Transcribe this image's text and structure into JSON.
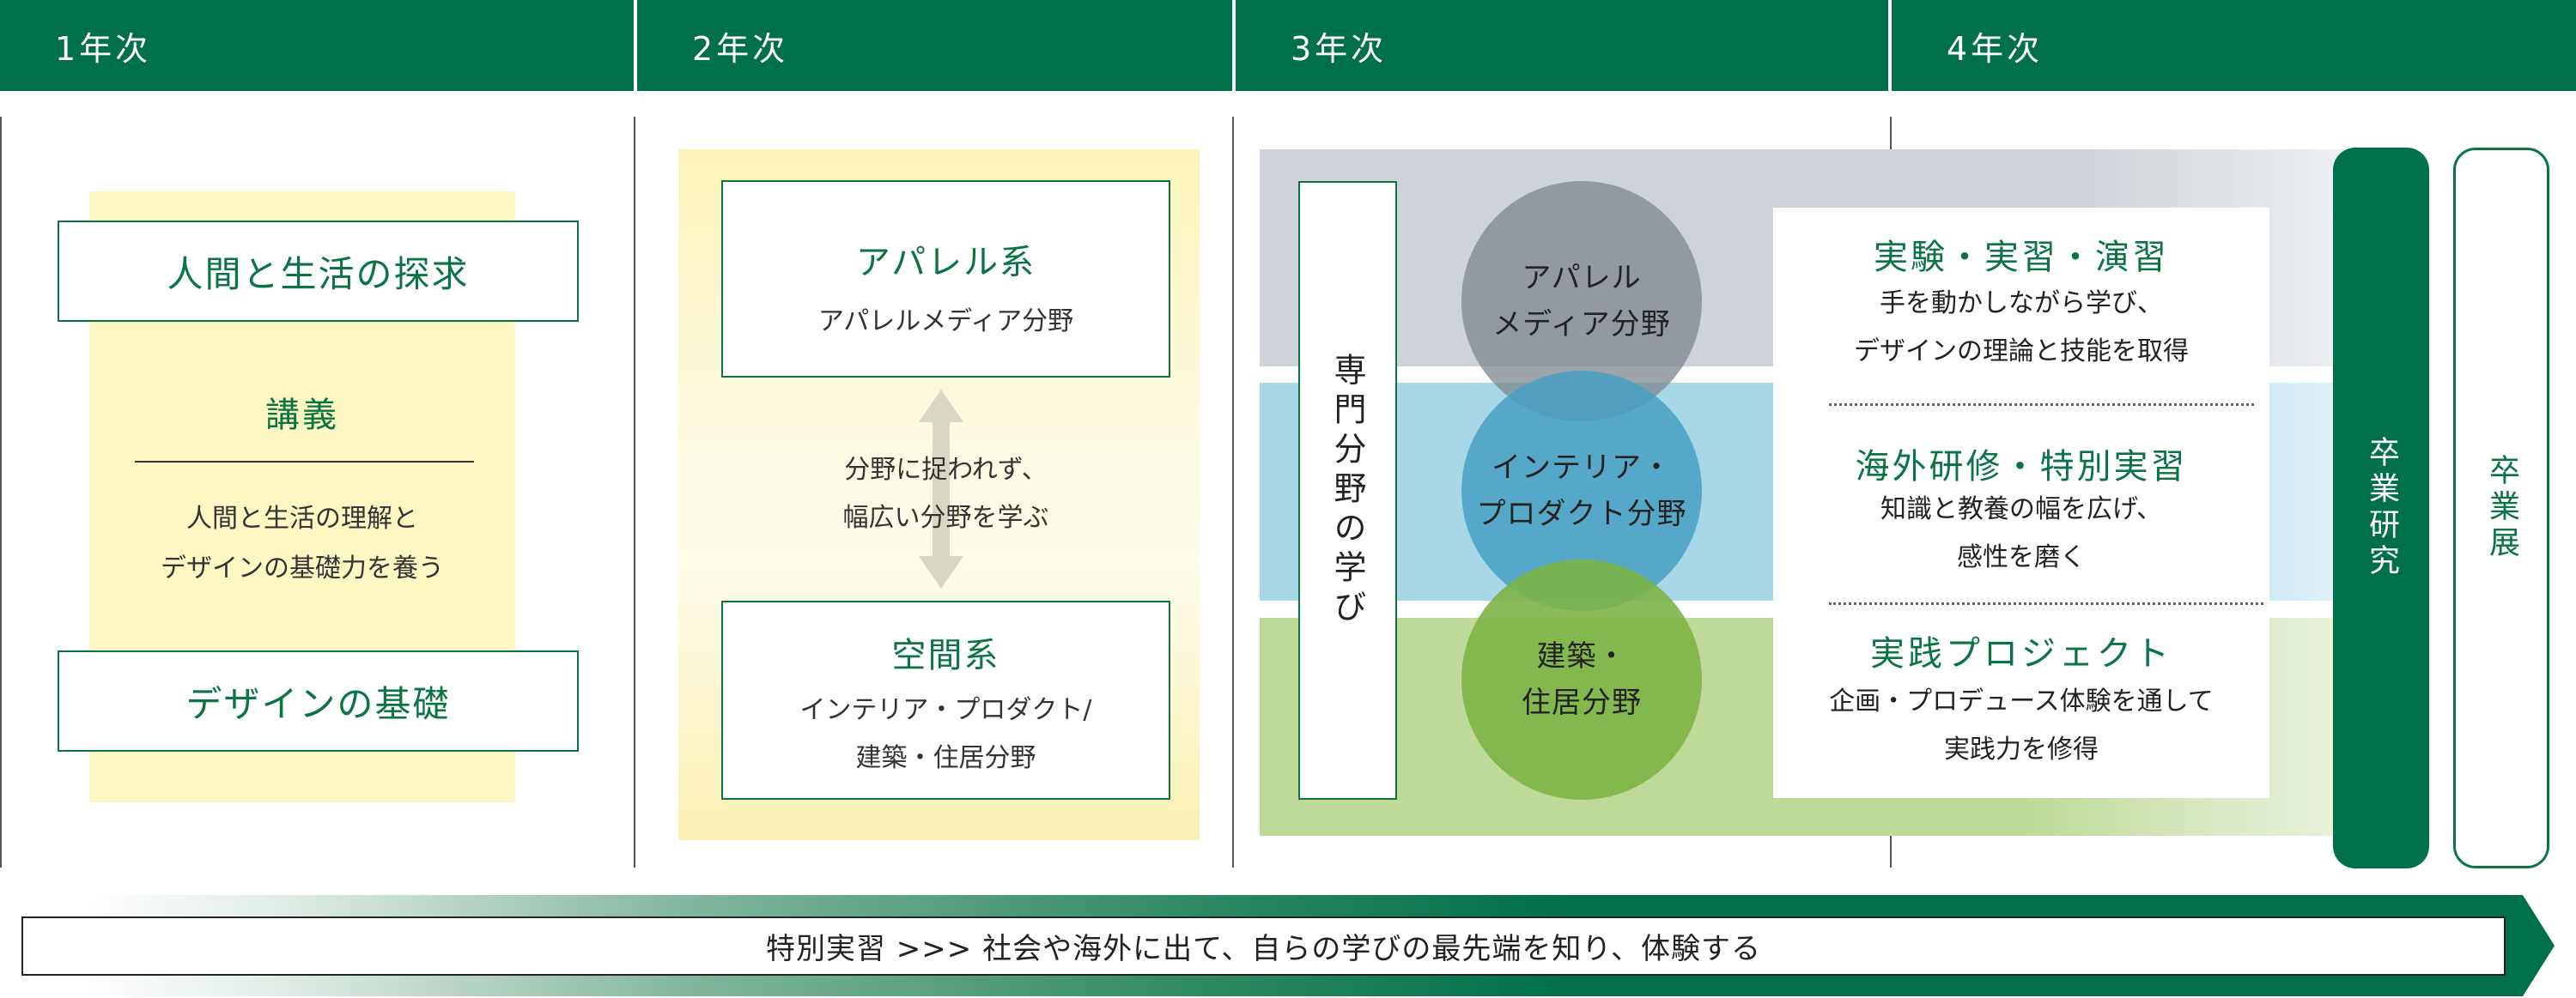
{
  "header": {
    "years": [
      "1年次",
      "2年次",
      "3年次",
      "4年次"
    ]
  },
  "year1": {
    "top_box": "人間と生活の探求",
    "lecture_title": "講義",
    "lecture_lines": [
      "人間と生活の理解と",
      "デザインの基礎力を養う"
    ],
    "bottom_box": "デザインの基礎"
  },
  "year2": {
    "apparel": {
      "title": "アパレル系",
      "subtitle": "アパレルメディア分野"
    },
    "middle_lines": [
      "分野に捉われず、",
      "幅広い分野を学ぶ"
    ],
    "space": {
      "title": "空間系",
      "lines": [
        "インテリア・プロダクト/",
        "建築・住居分野"
      ]
    }
  },
  "year3": {
    "vertical_label": "専門分野の学び",
    "circles": [
      {
        "lines": [
          "アパレル",
          "メディア分野"
        ],
        "color": "#8a929a"
      },
      {
        "lines": [
          "インテリア・",
          "プロダクト分野"
        ],
        "color": "#4fa9c9"
      },
      {
        "lines": [
          "建築・",
          "住居分野"
        ],
        "color": "#7fb648"
      }
    ],
    "items": [
      {
        "title": "実験・実習・演習",
        "lines": [
          "手を動かしながら学び、",
          "デザインの理論と技能を取得"
        ]
      },
      {
        "title": "海外研修・特別実習",
        "lines": [
          "知識と教養の幅を広げ、",
          "感性を磨く"
        ]
      },
      {
        "title": "実践プロジェクト",
        "lines": [
          "企画・プロデュース体験を通して",
          "実践力を修得"
        ]
      }
    ]
  },
  "year4": {
    "research": "卒業研究",
    "exhibition": "卒業展"
  },
  "bottom_arrow": {
    "text": "特別実習 >>> 社会や海外に出て、自らの学びの最先端を知り、体験する"
  },
  "colors": {
    "brand_green": "#00704a",
    "text_green": "#0a7443",
    "year1_bg": "#fdf7c4",
    "band_grey": "#cdd3d9",
    "band_blue": "#a8d8e8",
    "band_green": "#bfda98"
  }
}
